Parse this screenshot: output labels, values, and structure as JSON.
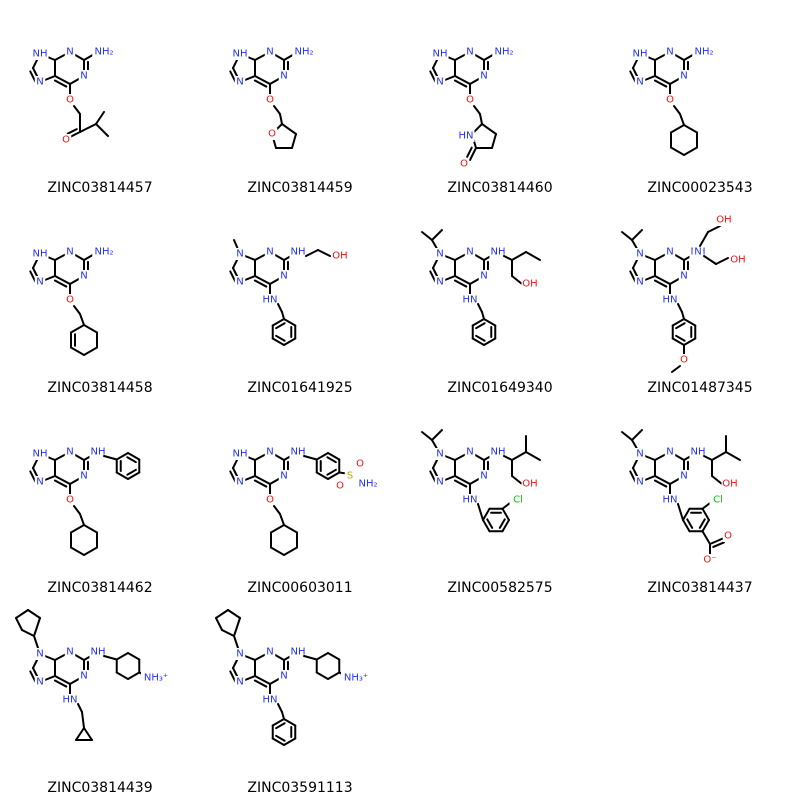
{
  "grid": {
    "molecules": [
      {
        "id": "ZINC03814457",
        "sub": "amino",
        "r6": "ketone_ipr"
      },
      {
        "id": "ZINC03814459",
        "sub": "amino",
        "r6": "thf"
      },
      {
        "id": "ZINC03814460",
        "sub": "amino",
        "r6": "lactam"
      },
      {
        "id": "ZINC00023543",
        "sub": "amino",
        "r6": "cyhex"
      },
      {
        "id": "ZINC03814458",
        "sub": "amino",
        "r6": "cyhexene"
      },
      {
        "id": "ZINC01641925",
        "sub": "hydroxyethylamino",
        "n9": "methyl",
        "r6": "benzylamino"
      },
      {
        "id": "ZINC01649340",
        "sub": "hydroxybutylamino",
        "n9": "isopropyl",
        "r6": "benzylamino"
      },
      {
        "id": "ZINC01487345",
        "sub": "bis_hydroxyethyl",
        "n9": "isopropyl",
        "r6": "methoxybenzylamino"
      },
      {
        "id": "ZINC03814462",
        "sub": "anilino",
        "r6": "cyhex"
      },
      {
        "id": "ZINC00603011",
        "sub": "sulfonamide_anilino",
        "r6": "cyhex"
      },
      {
        "id": "ZINC00582575",
        "sub": "valinol",
        "n9": "isopropyl",
        "r6": "chloroanilino"
      },
      {
        "id": "ZINC03814437",
        "sub": "valinol",
        "n9": "isopropyl",
        "r6": "chloro_carboxy_anilino"
      },
      {
        "id": "ZINC03814439",
        "sub": "aminocyclohexyl",
        "n9": "cyclopentyl",
        "r6": "cyclopropylmethylamino"
      },
      {
        "id": "ZINC03591113",
        "sub": "aminocyclohexyl",
        "n9": "cyclopentyl",
        "r6": "benzylamino"
      }
    ],
    "atom_text": {
      "NH": "NH",
      "N": "N",
      "NH2": "NH₂",
      "O": "O",
      "OH": "OH",
      "HN": "HN",
      "Cl": "Cl",
      "S": "S",
      "NH3": "NH₃⁺",
      "Ominus": "O⁻"
    }
  }
}
